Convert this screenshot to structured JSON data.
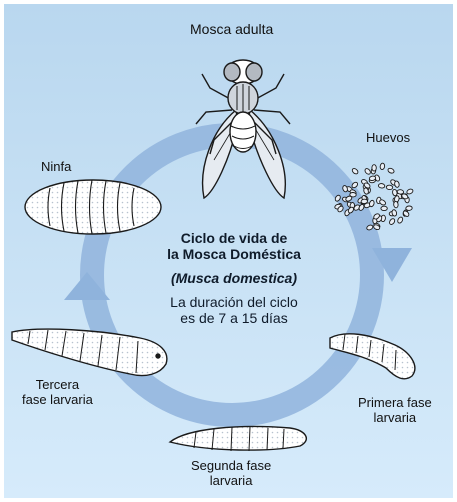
{
  "colors": {
    "background": "#c6e0f4",
    "cycle_ring": "#93b6de",
    "arrow": "#8fb3dc",
    "insect_outline": "#1a1a1a",
    "insect_fill": "#ffffff",
    "egg_fill": "#e9eef5"
  },
  "labels": {
    "adult": "Mosca adulta",
    "eggs": "Huevos",
    "nymph": "Ninfa",
    "larva1_line1": "Primera fase",
    "larva1_line2": "larvaria",
    "larva2_line1": "Segunda fase",
    "larva2_line2": "larvaria",
    "larva3_line1": "Tercera",
    "larva3_line2": "fase larvaria"
  },
  "center": {
    "title_line1": "Ciclo de vida de",
    "title_line2": "la Mosca Doméstica",
    "species": "(Musca domestica)",
    "duration_line1": "La duración del ciclo",
    "duration_line2": "es de 7 a 15 días"
  },
  "icons": {
    "fly": "housefly-icon",
    "eggs": "egg-cluster-icon",
    "pupa": "pupa-icon",
    "larva": "larva-icon"
  }
}
